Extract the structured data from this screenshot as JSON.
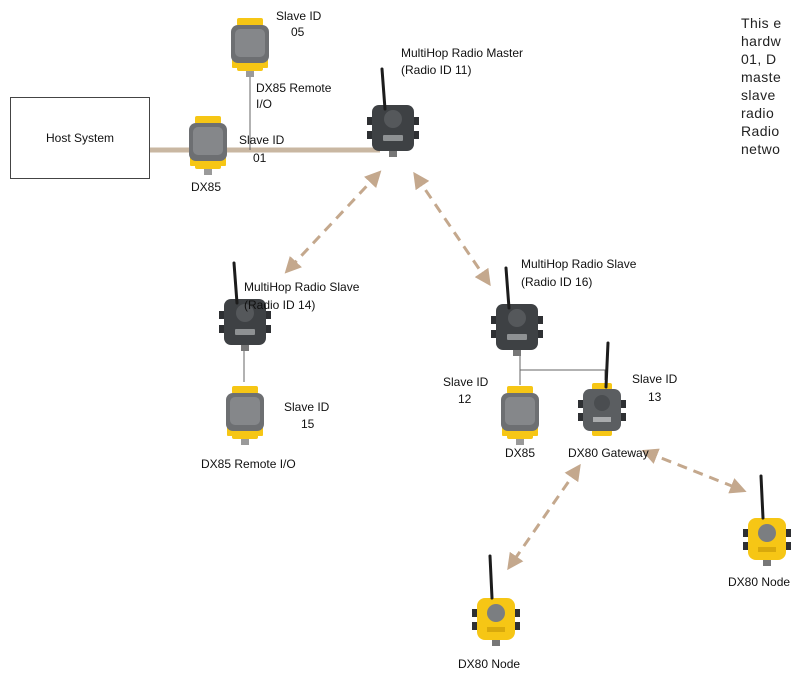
{
  "description_lines": [
    "This e",
    "hardw",
    "01, D",
    "maste",
    "slave",
    "radio",
    "Radio",
    "netwo"
  ],
  "host_system": "Host System",
  "labels": {
    "slave_top_id": "Slave ID",
    "slave_top_num": "05",
    "dx85_remote_a": "DX85 Remote",
    "dx85_remote_b": "I/O",
    "master_a": "MultiHop Radio Master",
    "master_b": "(Radio ID 11)",
    "slave01_id": "Slave ID",
    "slave01_num": "01",
    "dx85_left": "DX85",
    "mh_slave14_a": "MultiHop Radio Slave",
    "mh_slave14_b": "(Radio ID 14)",
    "slave15_id": "Slave ID",
    "slave15_num": "15",
    "dx85_remote_io": "DX85 Remote I/O",
    "mh_slave16_a": "MultiHop Radio Slave",
    "mh_slave16_b": "(Radio ID 16)",
    "slave12_id": "Slave ID",
    "slave12_num": "12",
    "slave13_id": "Slave ID",
    "slave13_num": "13",
    "dx85_mid": "DX85",
    "dx80_gateway": "DX80 Gateway",
    "dx80_node_bottom": "DX80 Node",
    "dx80_node_right": "DX80 Node"
  },
  "colors": {
    "bus": "#c9b7a2",
    "link_arrow": "#c4a88d",
    "device_yellow": "#f6c615",
    "device_gray": "#6b6d70",
    "device_dark": "#3e4144"
  }
}
